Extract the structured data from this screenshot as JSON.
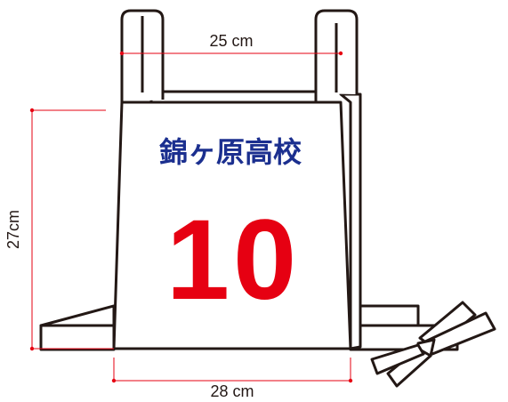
{
  "bib": {
    "school_name": "錦ヶ原高校",
    "number": "10"
  },
  "dimensions": {
    "top_width": "25 cm",
    "height": "27cm",
    "bottom_width": "28 cm"
  },
  "colors": {
    "outline": "#231815",
    "dimension_line": "#e60012",
    "school_text": "#1b2f8f",
    "number_text": "#e60012",
    "dimension_text": "#231815",
    "fill": "#ffffff"
  }
}
